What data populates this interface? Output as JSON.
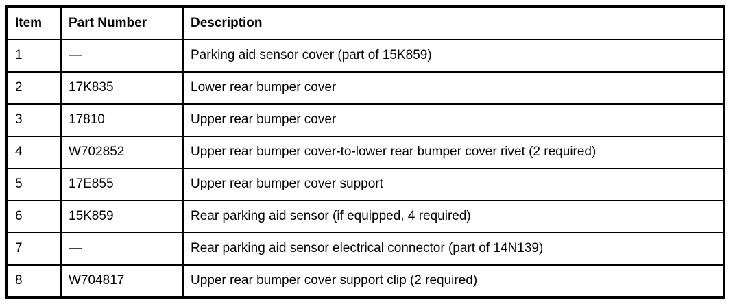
{
  "table": {
    "headers": {
      "item": "Item",
      "part_number": "Part Number",
      "description": "Description"
    },
    "rows": [
      {
        "item": "1",
        "part_number": "—",
        "description": "Parking aid sensor cover (part of 15K859)"
      },
      {
        "item": "2",
        "part_number": "17K835",
        "description": "Lower rear bumper cover"
      },
      {
        "item": "3",
        "part_number": "17810",
        "description": "Upper rear bumper cover"
      },
      {
        "item": "4",
        "part_number": "W702852",
        "description": "Upper rear bumper cover-to-lower rear bumper cover rivet (2 required)"
      },
      {
        "item": "5",
        "part_number": "17E855",
        "description": "Upper rear bumper cover support"
      },
      {
        "item": "6",
        "part_number": "15K859",
        "description": "Rear parking aid sensor (if equipped, 4 required)"
      },
      {
        "item": "7",
        "part_number": "—",
        "description": "Rear parking aid sensor electrical connector (part of 14N139)"
      },
      {
        "item": "8",
        "part_number": "W704817",
        "description": "Upper rear bumper cover support clip (2 required)"
      }
    ],
    "colors": {
      "border": "#000000",
      "background": "#ffffff",
      "text": "#000000"
    }
  }
}
